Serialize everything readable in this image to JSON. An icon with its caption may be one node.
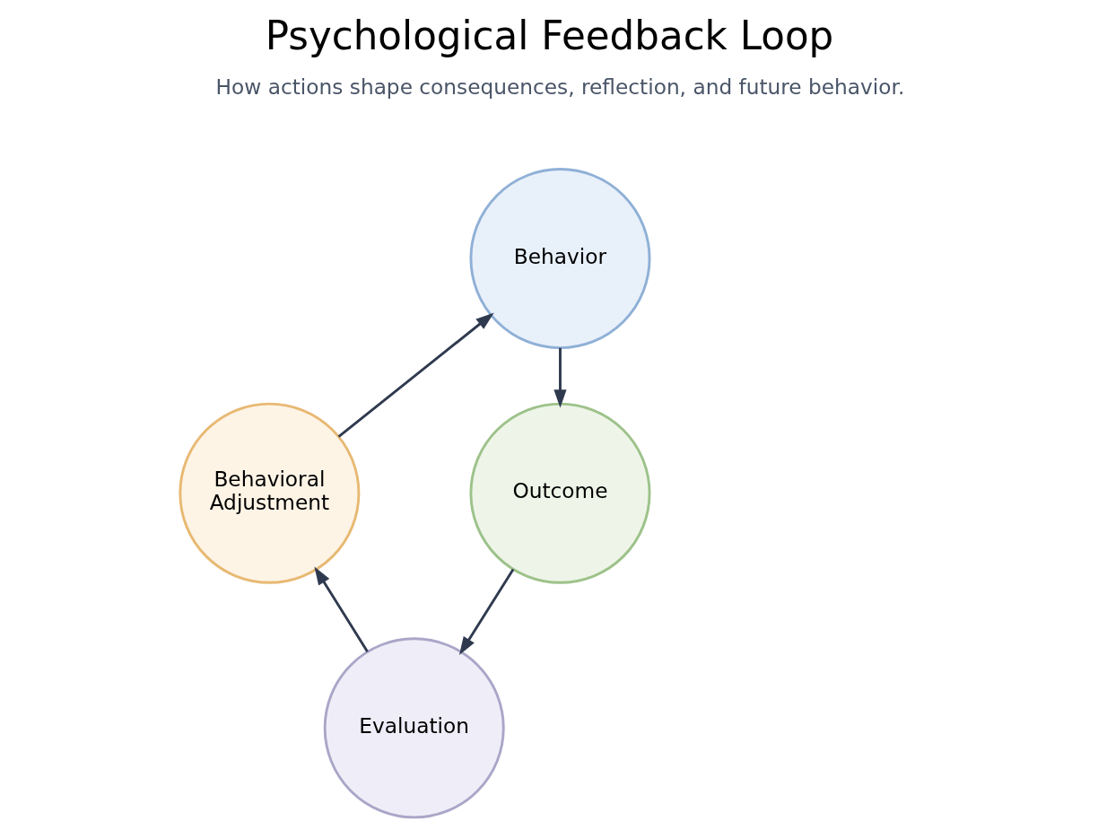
{
  "diagram": {
    "title": "Psychological Feedback Loop",
    "nodes": [
      {
        "text": [
          "Behavior"
        ]
      },
      {
        "text": [
          "Outcome"
        ]
      },
      {
        "text": [
          "Evaluation"
        ]
      },
      {
        "text": [
          "Behavioral Adjustment"
        ]
      }
    ],
    "edges": [
      {
        "from": 0,
        "to": 1,
        "arrow": "to"
      },
      {
        "from": 1,
        "to": 2,
        "arrow": "to"
      },
      {
        "from": 2,
        "to": 3,
        "arrow": "to"
      },
      {
        "from": 3,
        "to": 0,
        "arrow": "to"
      }
    ],
    "labels": [
      "How actions shape consequences, reflection, and future behavior."
    ]
  }
}
